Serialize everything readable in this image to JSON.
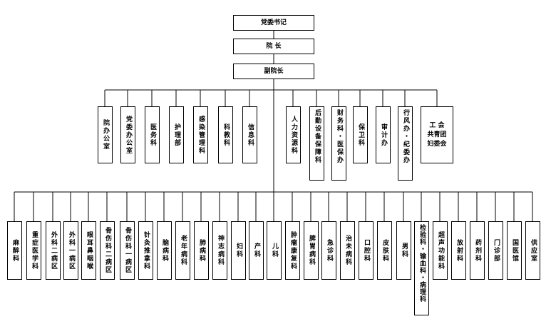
{
  "top": [
    "党委书记",
    "院 长",
    "副院长"
  ],
  "departments": [
    "院办公室",
    "党委办公室",
    "医务科",
    "护理部",
    "感染管理科",
    "科教科",
    "信息科",
    "人力资源科",
    "后勤设备保障科",
    "财务科・医保办",
    "保卫科",
    "审计办",
    "行风办・纪委办",
    "工 会\n共青团\n妇委会"
  ],
  "clinical": [
    "麻醉科",
    "重症医学科",
    "外科二病区",
    "外科一病区",
    "眼耳鼻咽喉",
    "骨伤科二病区",
    "骨伤科一病区",
    "针灸推拿科",
    "脑病科",
    "老年病科",
    "肺病科",
    "神志病科",
    "妇科",
    "产科",
    "儿科",
    "肿瘤康复科",
    "脾胃病科",
    "急诊科",
    "治未病科",
    "口腔科",
    "皮肤科",
    "男科",
    "检验科・输血科・病理科",
    "超声功能科",
    "放射科",
    "药剂科",
    "门诊部",
    "国医馆",
    "供应室"
  ]
}
